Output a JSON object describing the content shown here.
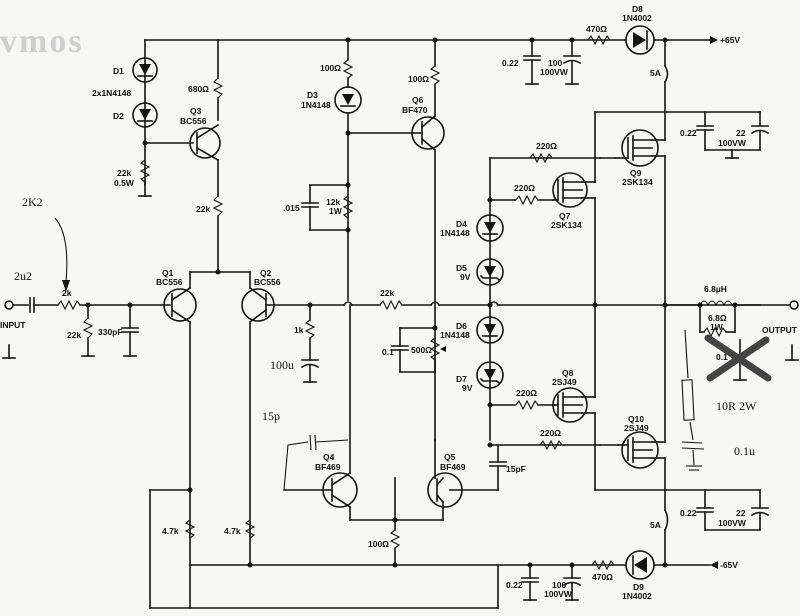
{
  "labels": {
    "input": "INPUT",
    "output": "OUTPUT",
    "vplus": "+65V",
    "vminus": "-65V",
    "d1": "D1",
    "d1_part": "2x1N4148",
    "d2": "D2",
    "q3": "Q3",
    "q3_part": "BC556",
    "r680": "680Ω",
    "r22k_05w": "22k",
    "r22k_05w_rating": "0.5W",
    "r22k_q3": "22k",
    "d3": "D3",
    "d3_part": "1N4148",
    "r100_top": "100Ω",
    "r100_q6": "100Ω",
    "q6": "Q6",
    "q6_part": "BF470",
    "c015": ".015",
    "r12k": "12k",
    "r12k_rating": "1W",
    "r470_top": "470Ω",
    "d8": "D8",
    "d8_part": "1N4002",
    "c022_top": "0.22",
    "c100_top": "100",
    "c100_top_rating": "100VW",
    "fuse_top": "5A",
    "r220_q9": "220Ω",
    "r220_q7": "220Ω",
    "q9": "Q9",
    "q9_part": "2SK134",
    "q7": "Q7",
    "q7_part": "2SK134",
    "c022_q9": "0.22",
    "c22_q9": "22",
    "c22_q9_rating": "100VW",
    "d4": "D4",
    "d4_part": "1N4148",
    "d5": "D5",
    "d5_part": "9V",
    "q1": "Q1",
    "q1_part": "BC556",
    "q2": "Q2",
    "q2_part": "BC556",
    "r2k": "2k",
    "r22k_in": "22k",
    "c330": "330pF",
    "r22k_fb": "22k",
    "r1k": "1k",
    "l68": "6.8µH",
    "r68": "6.8Ω",
    "r68_rating": "1W",
    "r01": "0.1",
    "d6": "D6",
    "d6_part": "1N4148",
    "c01": "0.1",
    "r500": "500Ω",
    "d7": "D7",
    "d7_part": "9V",
    "q8": "Q8",
    "q8_part": "2SJ49",
    "r220_q8": "220Ω",
    "q10": "Q10",
    "q10_part": "2SJ49",
    "r220_q10": "220Ω",
    "q4": "Q4",
    "q4_part": "BF469",
    "q5": "Q5",
    "q5_part": "BF469",
    "c15pf": "15pF",
    "r47k_a": "4.7k",
    "r47k_b": "4.7k",
    "r100_bot": "100Ω",
    "fuse_bot": "5A",
    "c022_bot_r": "0.22",
    "c22_bot": "22",
    "c22_bot_rating": "100VW",
    "c022_bot": "0.22",
    "c100_bot": "100",
    "c100_bot_rating": "100VW",
    "r470_bot": "470Ω",
    "d9": "D9",
    "d9_part": "1N4002",
    "watermark": "vmos"
  },
  "annotations": {
    "r_in": "2K2",
    "c_in": "2u2",
    "c_100u": "100u",
    "c_15p": "15p",
    "r_zobel": "10R 2W",
    "c_zobel": "0.1u"
  }
}
